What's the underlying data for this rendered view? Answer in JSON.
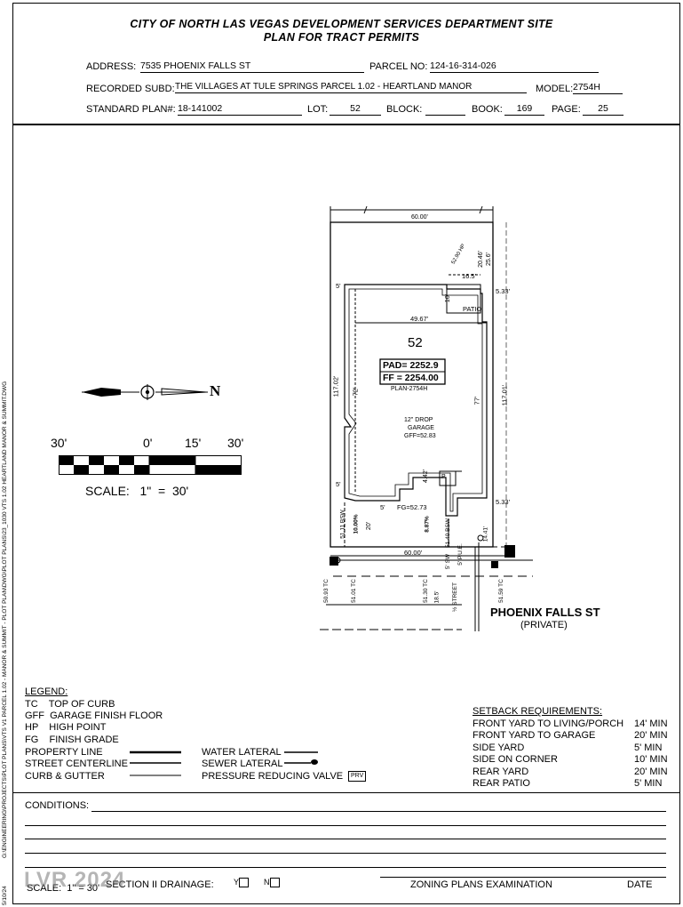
{
  "header": {
    "title_line1": "CITY OF NORTH LAS VEGAS DEVELOPMENT SERVICES DEPARTMENT SITE",
    "title_line2": "PLAN FOR TRACT PERMITS"
  },
  "fields": {
    "address_label": "ADDRESS:",
    "address_value": "7535 PHOENIX FALLS ST",
    "parcel_label": "PARCEL NO:",
    "parcel_value": "124-16-314-026",
    "subd_label": "RECORDED SUBD:",
    "subd_value": "THE VILLAGES AT TULE SPRINGS PARCEL 1.02 - HEARTLAND MANOR",
    "model_label": "MODEL:",
    "model_value": "2754H",
    "plan_label": "STANDARD PLAN#:",
    "plan_value": "18-141002",
    "lot_label": "LOT:",
    "lot_value": "52",
    "block_label": "BLOCK:",
    "block_value": "",
    "book_label": "BOOK:",
    "book_value": "169",
    "page_label": "PAGE:",
    "page_value": "25"
  },
  "scale_bar": {
    "labels": [
      "30'",
      "0'",
      "15'",
      "30'"
    ],
    "text": "SCALE:   1\"  =  30'",
    "north_label": "N"
  },
  "plot": {
    "lot_number": "52",
    "pad": "PAD= 2252.9",
    "ff": "FF = 2254.00",
    "plan_name": "PLAN-2754H",
    "garage_text": [
      "12\" DROP",
      "GARAGE",
      "GFF=52.83"
    ],
    "patio": "PATIO",
    "dims": {
      "top": "60.00'",
      "bottom": "60.00'",
      "left": "117.02'",
      "right": "117.01'",
      "house_width": "49.67'",
      "patio_w": "16.5'",
      "left_72": "72'",
      "right_77": "77'",
      "set_5_tl": "5'",
      "set_5_bl": "5'",
      "set_533_t": "5.33'",
      "set_533_b": "5.33'",
      "d_10": "10'",
      "d_20": "20'",
      "d_442": "4.42'",
      "d_5": "5'",
      "d_2046": "20.46'",
      "d_256": "25.6'",
      "d_1441": "14.41'",
      "d_185": "18.5'"
    },
    "elev": {
      "fg": "FG=52.73",
      "tc1": "50.93 TC",
      "tc2": "51.01 TC",
      "tc3": "51.30 TC",
      "tc4": "51.59 TC",
      "bsw1": "51.11 BSW",
      "bsw2": "51.40 BSW",
      "hp": "52.90 HP",
      "pct1": "10.00%",
      "pct2": "8.87%",
      "pue": "5' P.U.E.",
      "sw": "5' SW",
      "street_cl": "½ STREET",
      "p_label": "P."
    },
    "street_name": "PHOENIX FALLS ST",
    "street_sub": "(PRIVATE)"
  },
  "legend": {
    "title": "LEGEND:",
    "items": [
      "TC    TOP OF CURB",
      "GFF  GARAGE FINISH FLOOR",
      "HP    HIGH POINT",
      "FG    FINISH GRADE"
    ],
    "lines_left": [
      "PROPERTY LINE",
      "STREET CENTERLINE",
      "CURB & GUTTER"
    ],
    "lines_right": [
      "WATER LATERAL",
      "SEWER LATERAL",
      "PRESSURE REDUCING VALVE"
    ],
    "prv": "PRV"
  },
  "setbacks": {
    "title": "SETBACK REQUIREMENTS:",
    "rows": [
      {
        "label": "FRONT YARD TO LIVING/PORCH",
        "value": "14' MIN"
      },
      {
        "label": "FRONT YARD TO GARAGE",
        "value": "20' MIN"
      },
      {
        "label": "SIDE YARD",
        "value": "5' MIN"
      },
      {
        "label": "SIDE ON CORNER",
        "value": "10' MIN"
      },
      {
        "label": "REAR YARD",
        "value": "20' MIN"
      },
      {
        "label": "REAR PATIO",
        "value": "5' MIN"
      }
    ]
  },
  "footer": {
    "conditions": "CONDITIONS:",
    "scale": "SCALE:  1\" = 30'",
    "drainage": "SECTION II DRAINAGE:",
    "yes": "Y",
    "no": "N",
    "zoning": "ZONING PLANS EXAMINATION",
    "date": "DATE"
  },
  "side_path": "G:\\ENGINEERING\\PROJECTS\\PLOT PLANS\\VTS V1 PARCEL 1.02 - MANOR & SUMMIT - PLOT PLAN\\DWG\\PLOT PLANS\\23_1030 VTS 1.02 HEARTLAND MANOR & SUMMIT.DWG",
  "side_date": "5/10/24",
  "watermark": "LVR 2024"
}
